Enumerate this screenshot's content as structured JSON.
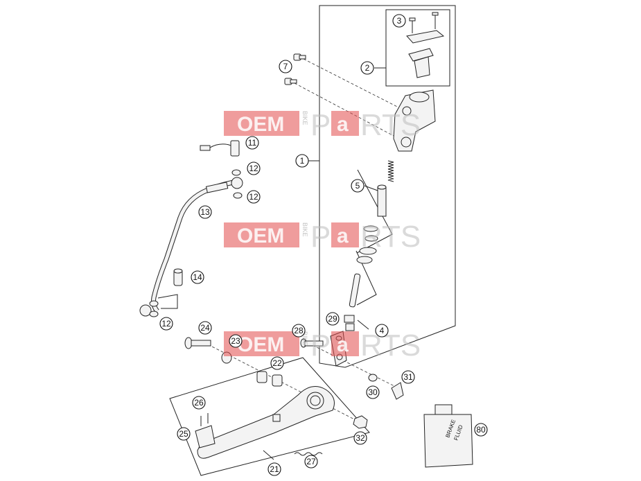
{
  "callouts": [
    {
      "id": "1",
      "label": "1"
    },
    {
      "id": "2",
      "label": "2"
    },
    {
      "id": "3",
      "label": "3"
    },
    {
      "id": "4",
      "label": "4"
    },
    {
      "id": "5",
      "label": "5"
    },
    {
      "id": "7",
      "label": "7"
    },
    {
      "id": "11",
      "label": "11"
    },
    {
      "id": "12a",
      "label": "12"
    },
    {
      "id": "12b",
      "label": "12"
    },
    {
      "id": "12c",
      "label": "12"
    },
    {
      "id": "13",
      "label": "13"
    },
    {
      "id": "14",
      "label": "14"
    },
    {
      "id": "21",
      "label": "21"
    },
    {
      "id": "22",
      "label": "22"
    },
    {
      "id": "23",
      "label": "23"
    },
    {
      "id": "24",
      "label": "24"
    },
    {
      "id": "25",
      "label": "25"
    },
    {
      "id": "26",
      "label": "26"
    },
    {
      "id": "27",
      "label": "27"
    },
    {
      "id": "28",
      "label": "28"
    },
    {
      "id": "29",
      "label": "29"
    },
    {
      "id": "30",
      "label": "30"
    },
    {
      "id": "31",
      "label": "31"
    },
    {
      "id": "32",
      "label": "32"
    },
    {
      "id": "80",
      "label": "80"
    }
  ],
  "watermark": {
    "oem": "OEM",
    "bike": "BIKE",
    "p": "P",
    "a": "a",
    "rts": "RTS"
  },
  "bottle": {
    "line1": "BRAKE",
    "line2": "FLUID"
  }
}
